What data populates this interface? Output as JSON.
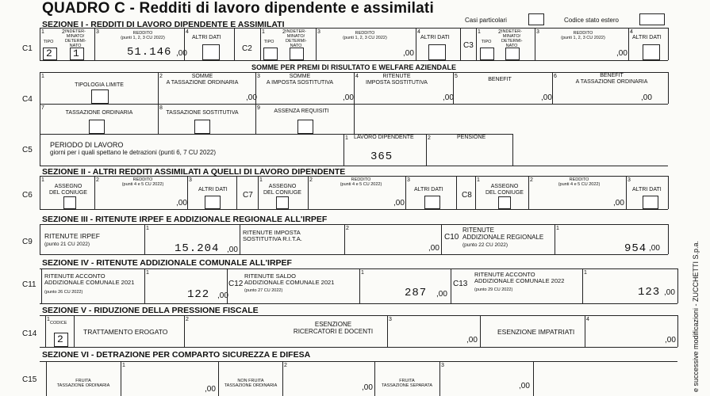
{
  "title": "QUADRO C - Redditi di lavoro dipendente e assimilati",
  "header": {
    "casi": "Casi particolari",
    "codice": "Codice stato estero"
  },
  "s1": {
    "title": "SEZIONE I - REDDITI DI LAVORO DIPENDENTE E ASSIMILATI",
    "c1": {
      "code": "C1",
      "tipo": "TIPO",
      "tipo_val": "2",
      "ind": "INDETER-\nMINATO/\nDETERMI-\nNATO",
      "ind_val": "1",
      "reddito": "REDDITO",
      "reddito_sub": "(punti 1, 2, 3 CU 2022)",
      "reddito_val": "51.146",
      "cents": ",00",
      "altri": "ALTRI DATI"
    },
    "c2": {
      "code": "C2",
      "tipo": "TIPO",
      "ind": "INDETER-\nMINATO/\nDETERMI-\nNATO",
      "reddito": "REDDITO",
      "reddito_sub": "(punti 1, 2, 3 CU 2022)",
      "cents": ",00",
      "altri": "ALTRI DATI"
    },
    "c3": {
      "code": "C3",
      "tipo": "TIPO",
      "ind": "INDETER-\nMINATO/\nDETERMI-\nNATO",
      "reddito": "REDDITO",
      "reddito_sub": "(punti 1, 2, 3 CU 2022)",
      "cents": ",00",
      "altri": "ALTRI DATI"
    },
    "premi_title": "SOMME PER PREMI DI RISULTATO E WELFARE AZIENDALE",
    "c4": {
      "code": "C4",
      "f1": "TIPOLOGIA LIMITE",
      "f2": "SOMME\nA TASSAZIONE ORDINARIA",
      "f3": "SOMME\nA IMPOSTA SOSTITUTIVA",
      "f4": "RITENUTE\nIMPOSTA SOSTITUTIVA",
      "f5": "BENEFIT",
      "f6": "BENEFIT\nA TASSAZIONE ORDINARIA",
      "f7": "TASSAZIONE ORDINARIA",
      "f8": "TASSAZIONE SOSTITUTIVA",
      "f9": "ASSENZA REQUISITI",
      "cents": ",00"
    },
    "c5": {
      "code": "C5",
      "label": "PERIODO DI LAVORO",
      "sub": "giorni per i quali spettano le detrazioni (punti 6, 7 CU 2022)",
      "lav": "LAVORO DIPENDENTE",
      "lav_val": "365",
      "pens": "PENSIONE"
    }
  },
  "s2": {
    "title": "SEZIONE II - ALTRI REDDITI ASSIMILATI A QUELLI DI LAVORO DIPENDENTE",
    "c6": {
      "code": "C6",
      "assegno": "ASSEGNO\nDEL CONIUGE",
      "reddito": "REDDITO",
      "reddito_sub": "(punti 4 e 5 CU 2022)",
      "altri": "ALTRI DATI",
      "cents": ",00"
    },
    "c7": {
      "code": "C7",
      "assegno": "ASSEGNO\nDEL CONIUGE",
      "reddito": "REDDITO",
      "reddito_sub": "(punti 4 e 5 CU 2022)",
      "altri": "ALTRI DATI",
      "cents": ",00"
    },
    "c8": {
      "code": "C8",
      "assegno": "ASSEGNO\nDEL CONIUGE",
      "reddito": "REDDITO",
      "reddito_sub": "(punti 4 e 5 CU 2022)",
      "altri": "ALTRI DATI",
      "cents": ",00"
    }
  },
  "s3": {
    "title": "SEZIONE III - RITENUTE IRPEF E ADDIZIONALE REGIONALE ALL'IRPEF",
    "c9": {
      "code": "C9",
      "label": "RITENUTE IRPEF",
      "sub": "(punto 21 CU 2022)",
      "val": "15.204",
      "cents": ",00",
      "rita": "RITENUTE IMPOSTA\nSOSTITUTIVA R.I.T.A.",
      "rita_cents": ",00"
    },
    "c10": {
      "code": "C10",
      "label": "RITENUTE\nADDIZIONALE REGIONALE",
      "sub": "(punto 22 CU 2022)",
      "val": "954",
      "cents": ",00"
    }
  },
  "s4": {
    "title": "SEZIONE IV - RITENUTE ADDIZIONALE COMUNALE ALL'IRPEF",
    "c11": {
      "code": "C11",
      "label": "RITENUTE ACCONTO\nADDIZIONALE COMUNALE 2021",
      "sub": "(punto 26 CU 2022)",
      "val": "122",
      "cents": ",00"
    },
    "c12": {
      "code": "C12",
      "label": "RITENUTE SALDO\nADDIZIONALE COMUNALE 2021",
      "sub": "(punto 27 CU 2022)",
      "val": "287",
      "cents": ",00"
    },
    "c13": {
      "code": "C13",
      "label": "RITENUTE ACCONTO\nADDIZIONALE COMUNALE 2022",
      "sub": "(punto 29 CU 2022)",
      "val": "123",
      "cents": ",00"
    }
  },
  "s5": {
    "title": "SEZIONE V - RIDUZIONE DELLA PRESSIONE FISCALE",
    "c14": {
      "code": "C14",
      "codice": "CODICE",
      "codice_val": "2",
      "tratt": "TRATTAMENTO EROGATO",
      "esenz": "ESENZIONE\nRICERCATORI E DOCENTI",
      "imp": "ESENZIONE IMPATRIATI",
      "cents": ",00"
    }
  },
  "s6": {
    "title": "SEZIONE VI - DETRAZIONE PER COMPARTO SICUREZZA E DIFESA",
    "c15": {
      "code": "C15",
      "f1": "FRUITA\nTASSAZIONE ORDINARIA",
      "f2": "NON FRUITA\nTASSAZIONE ORDINARIA",
      "f3": "FRUITA\nTASSAZIONE SEPARATA",
      "cents": ",00"
    }
  },
  "side": "e successive modificazioni - ZUCCHETTI S.p.a."
}
